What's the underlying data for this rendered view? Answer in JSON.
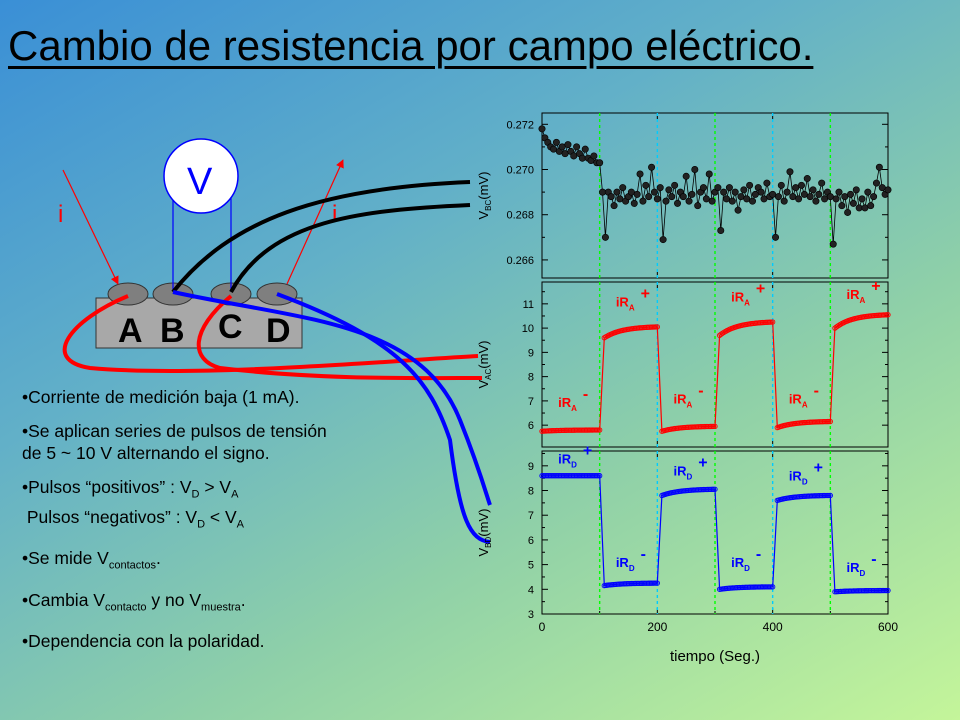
{
  "title": "Cambio de resistencia por campo eléctrico.",
  "circuit": {
    "voltmeter": "V",
    "current_left": "i",
    "current_right": "i",
    "contacts": [
      "A",
      "B",
      "C",
      "D"
    ]
  },
  "bullets": {
    "b1": "•Corriente de medición baja (1 mA).",
    "b2_line1": "•Se aplican series de pulsos de tensión",
    "b2_line2": "de 5 ~ 10 V alternando el signo.",
    "b3_pos_pre": "•Pulsos “positivos”   : V",
    "b3_pos_sub1": "D",
    "b3_pos_mid": " > V",
    "b3_pos_sub2": "A",
    "b3_neg_pre": "Pulsos “negativos” : V",
    "b3_neg_sub1": "D",
    "b3_neg_mid": " < V",
    "b3_neg_sub2": "A",
    "b4_pre": "•Se mide V",
    "b4_sub": "contactos",
    "b4_post": ".",
    "b5_pre": "•Cambia V",
    "b5_sub1": "contacto",
    "b5_mid": " y no V",
    "b5_sub2": "muestra",
    "b5_post": ".",
    "b6": "•Dependencia con la polaridad."
  },
  "colors": {
    "bc": "#000000",
    "ac": "#ff0000",
    "bd": "#0000ff",
    "pulse_green": "#00ff00",
    "pulse_cyan": "#00ccff"
  },
  "chart_data": [
    {
      "type": "scatter",
      "ylabel_main": "V",
      "ylabel_sub": "BC",
      "ylabel_unit": "(mV)",
      "xlim": [
        0,
        600
      ],
      "ylim": [
        0.2652,
        0.2725
      ],
      "yticks": [
        "0.266",
        "0.268",
        "0.270",
        "0.272"
      ],
      "ytick_values": [
        0.266,
        0.268,
        0.27,
        0.272
      ],
      "series": [
        {
          "color": "#000000",
          "x": [
            0,
            5,
            10,
            15,
            20,
            25,
            30,
            35,
            40,
            45,
            50,
            55,
            60,
            65,
            70,
            75,
            80,
            85,
            90,
            95,
            100,
            105,
            110,
            115,
            120,
            125,
            130,
            135,
            140,
            145,
            150,
            155,
            160,
            165,
            170,
            175,
            180,
            185,
            190,
            195,
            200,
            205,
            210,
            215,
            220,
            225,
            230,
            235,
            240,
            245,
            250,
            255,
            260,
            265,
            270,
            275,
            280,
            285,
            290,
            295,
            300,
            305,
            310,
            315,
            320,
            325,
            330,
            335,
            340,
            345,
            350,
            355,
            360,
            365,
            370,
            375,
            380,
            385,
            390,
            395,
            400,
            405,
            410,
            415,
            420,
            425,
            430,
            435,
            440,
            445,
            450,
            455,
            460,
            465,
            470,
            475,
            480,
            485,
            490,
            495,
            500,
            505,
            510,
            515,
            520,
            525,
            530,
            535,
            540,
            545,
            550,
            555,
            560,
            565,
            570,
            575,
            580,
            585,
            590,
            595,
            600
          ],
          "y": [
            0.2718,
            0.2714,
            0.2712,
            0.271,
            0.2709,
            0.2712,
            0.2708,
            0.271,
            0.2707,
            0.2711,
            0.2708,
            0.2706,
            0.271,
            0.2707,
            0.2705,
            0.2709,
            0.2705,
            0.2704,
            0.2706,
            0.2703,
            0.2703,
            0.269,
            0.267,
            0.269,
            0.2688,
            0.2684,
            0.269,
            0.2687,
            0.2692,
            0.2686,
            0.2688,
            0.269,
            0.2685,
            0.2689,
            0.2698,
            0.2686,
            0.2693,
            0.2688,
            0.2701,
            0.269,
            0.2687,
            0.2692,
            0.2669,
            0.2686,
            0.2691,
            0.2688,
            0.2693,
            0.2685,
            0.269,
            0.2688,
            0.2697,
            0.2686,
            0.2689,
            0.27,
            0.2684,
            0.269,
            0.2692,
            0.2687,
            0.2698,
            0.2686,
            0.269,
            0.2692,
            0.2673,
            0.269,
            0.2687,
            0.2692,
            0.2686,
            0.269,
            0.2682,
            0.2688,
            0.2691,
            0.2687,
            0.2693,
            0.2686,
            0.2689,
            0.2692,
            0.269,
            0.2687,
            0.2694,
            0.2688,
            0.2689,
            0.267,
            0.2688,
            0.2693,
            0.2686,
            0.269,
            0.2699,
            0.2688,
            0.2692,
            0.2687,
            0.2693,
            0.2689,
            0.2696,
            0.2688,
            0.2691,
            0.2686,
            0.2689,
            0.2694,
            0.2687,
            0.269,
            0.2688,
            0.2667,
            0.2687,
            0.269,
            0.2684,
            0.2688,
            0.2681,
            0.2689,
            0.2685,
            0.2691,
            0.2683,
            0.2687,
            0.2683,
            0.269,
            0.2684,
            0.2688,
            0.2694,
            0.2701,
            0.2692,
            0.2689,
            0.2691
          ]
        }
      ]
    },
    {
      "type": "scatter",
      "ylabel_main": "V",
      "ylabel_sub": "AC",
      "ylabel_unit": "(mV)",
      "xlim": [
        0,
        600
      ],
      "ylim": [
        5.1,
        11.9
      ],
      "yticks": [
        "6",
        "7",
        "8",
        "9",
        "10",
        "11"
      ],
      "ytick_values": [
        6,
        7,
        8,
        9,
        10,
        11
      ],
      "segments": [
        {
          "x0": 0,
          "x1": 100,
          "y0": 5.75,
          "y1": 5.8
        },
        {
          "x0": 108,
          "x1": 200,
          "y0": 9.6,
          "y1": 10.05
        },
        {
          "x0": 208,
          "x1": 300,
          "y0": 5.75,
          "y1": 5.95
        },
        {
          "x0": 308,
          "x1": 400,
          "y0": 9.7,
          "y1": 10.25
        },
        {
          "x0": 408,
          "x1": 500,
          "y0": 5.9,
          "y1": 6.15
        },
        {
          "x0": 508,
          "x1": 600,
          "y0": 10.0,
          "y1": 10.55
        }
      ],
      "series": [
        {
          "color": "#ff0000"
        }
      ],
      "annotations": [
        {
          "main": "iR",
          "sub": "A",
          "sign": "-",
          "x": 28,
          "y": 6.75
        },
        {
          "main": "iR",
          "sub": "A",
          "sign": "+",
          "x": 128,
          "y": 10.9
        },
        {
          "main": "iR",
          "sub": "A",
          "sign": "-",
          "x": 228,
          "y": 6.9
        },
        {
          "main": "iR",
          "sub": "A",
          "sign": "+",
          "x": 328,
          "y": 11.1
        },
        {
          "main": "iR",
          "sub": "A",
          "sign": "-",
          "x": 428,
          "y": 6.9
        },
        {
          "main": "iR",
          "sub": "A",
          "sign": "+",
          "x": 528,
          "y": 11.2
        }
      ]
    },
    {
      "type": "scatter",
      "ylabel_main": "V",
      "ylabel_sub": "BD",
      "ylabel_unit": "(mV)",
      "xlim": [
        0,
        600
      ],
      "ylim": [
        3,
        9.6
      ],
      "xticks": [
        "0",
        "200",
        "400",
        "600"
      ],
      "xtick_values": [
        0,
        200,
        400,
        600
      ],
      "xlabel": "tiempo (Seg.)",
      "yticks": [
        "3",
        "4",
        "5",
        "6",
        "7",
        "8",
        "9"
      ],
      "ytick_values": [
        3,
        4,
        5,
        6,
        7,
        8,
        9
      ],
      "segments": [
        {
          "x0": 0,
          "x1": 100,
          "y0": 8.6,
          "y1": 8.6
        },
        {
          "x0": 108,
          "x1": 200,
          "y0": 4.15,
          "y1": 4.25
        },
        {
          "x0": 208,
          "x1": 300,
          "y0": 7.8,
          "y1": 8.05
        },
        {
          "x0": 308,
          "x1": 400,
          "y0": 4.0,
          "y1": 4.1
        },
        {
          "x0": 408,
          "x1": 500,
          "y0": 7.6,
          "y1": 7.8
        },
        {
          "x0": 508,
          "x1": 600,
          "y0": 3.9,
          "y1": 3.95
        }
      ],
      "series": [
        {
          "color": "#0000ff"
        }
      ],
      "annotations": [
        {
          "main": "iR",
          "sub": "D",
          "sign": "+",
          "x": 28,
          "y": 9.1
        },
        {
          "main": "iR",
          "sub": "D",
          "sign": "-",
          "x": 128,
          "y": 4.9
        },
        {
          "main": "iR",
          "sub": "D",
          "sign": "+",
          "x": 228,
          "y": 8.6
        },
        {
          "main": "iR",
          "sub": "D",
          "sign": "-",
          "x": 328,
          "y": 4.9
        },
        {
          "main": "iR",
          "sub": "D",
          "sign": "+",
          "x": 428,
          "y": 8.4
        },
        {
          "main": "iR",
          "sub": "D",
          "sign": "-",
          "x": 528,
          "y": 4.7
        }
      ]
    }
  ],
  "pulse_lines": [
    {
      "x": 100,
      "color": "#00ff00"
    },
    {
      "x": 200,
      "color": "#00ccff"
    },
    {
      "x": 300,
      "color": "#00ff00"
    },
    {
      "x": 400,
      "color": "#00ccff"
    },
    {
      "x": 500,
      "color": "#00ff00"
    }
  ]
}
